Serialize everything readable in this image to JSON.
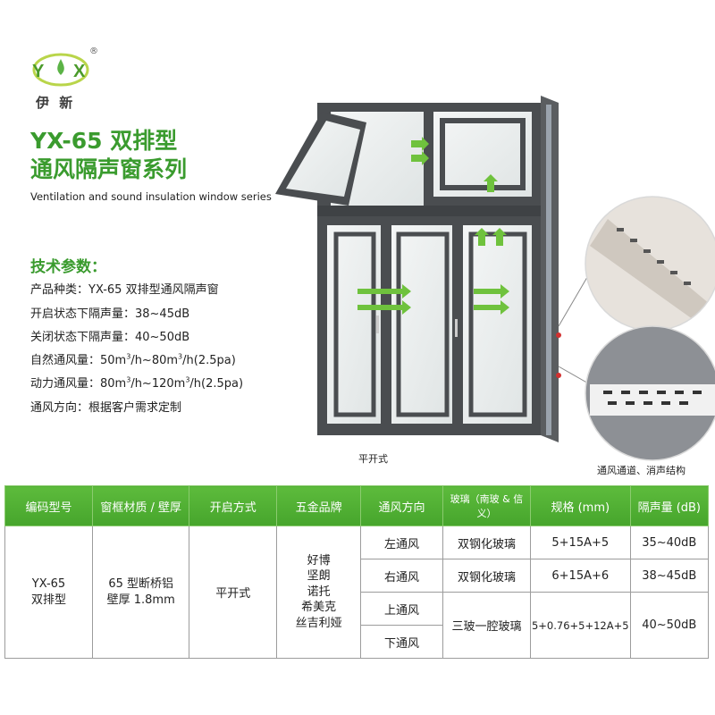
{
  "brand": {
    "logo_letters": "YX",
    "registered": "®",
    "name_cn": "伊 新"
  },
  "heading": {
    "title_line1": "YX-65 双排型",
    "title_line2": "通风隔声窗系列",
    "subtitle": "Ventilation and sound insulation window series"
  },
  "specs": {
    "title": "技术参数：",
    "product": "产品种类：YX-65 双排型通风隔声窗",
    "open_noise": "开启状态下隔声量：38~45dB",
    "closed_noise": "关闭状态下隔声量：40~50dB",
    "natural_vent": {
      "prefix": "自然通风量：50m",
      "mid1": "/h~80m",
      "suffix": "/h(2.5pa)",
      "sup": "3"
    },
    "powered_vent": {
      "prefix": "动力通风量：80m",
      "mid1": "/h~120m",
      "suffix": "/h(2.5pa)",
      "sup": "3"
    },
    "direction": "通风方向：根据客户需求定制"
  },
  "captions": {
    "window": "平开式",
    "detail": "通风通道、消声结构"
  },
  "colors": {
    "brand_green": "#3a9b2e",
    "frame": "#4a4d50",
    "arrow_green": "#6fc23d"
  },
  "table": {
    "headers": [
      "编码型号",
      "窗框材质 / 壁厚",
      "开启方式",
      "五金品牌",
      "通风方向",
      "玻璃（南玻 & 信义）",
      "规格 (mm)",
      "隔声量 (dB)"
    ],
    "model_line1": "YX-65",
    "model_line2": "双排型",
    "frame_line1": "65 型断桥铝",
    "frame_line2": "壁厚 1.8mm",
    "opening": "平开式",
    "hardware": [
      "好博",
      "坚朗",
      "诺托",
      "希美克",
      "丝吉利娅"
    ],
    "directions": [
      "左通风",
      "右通风",
      "上通风",
      "下通风"
    ],
    "glass": [
      "双钢化玻璃",
      "双钢化玻璃",
      "三玻一腔玻璃"
    ],
    "sizes": [
      "5+15A+5",
      "6+15A+6",
      "5+0.76+5+12A+5"
    ],
    "insulation": [
      "35~40dB",
      "38~45dB",
      "40~50dB"
    ]
  }
}
